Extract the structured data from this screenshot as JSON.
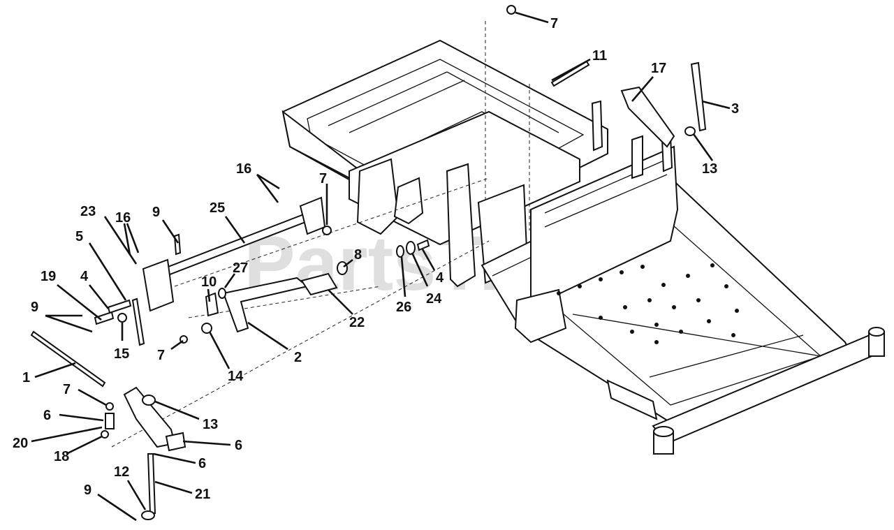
{
  "watermark": "PartsTree",
  "callouts": [
    {
      "id": "c-7-top",
      "label": "7"
    },
    {
      "id": "c-11",
      "label": "11"
    },
    {
      "id": "c-17",
      "label": "17"
    },
    {
      "id": "c-3",
      "label": "3"
    },
    {
      "id": "c-13-right",
      "label": "13"
    },
    {
      "id": "c-16-upper",
      "label": "16"
    },
    {
      "id": "c-7-mid",
      "label": "7"
    },
    {
      "id": "c-25",
      "label": "25"
    },
    {
      "id": "c-23",
      "label": "23"
    },
    {
      "id": "c-16-left",
      "label": "16"
    },
    {
      "id": "c-9-upper",
      "label": "9"
    },
    {
      "id": "c-5",
      "label": "5"
    },
    {
      "id": "c-27",
      "label": "27"
    },
    {
      "id": "c-8",
      "label": "8"
    },
    {
      "id": "c-19",
      "label": "19"
    },
    {
      "id": "c-4-left",
      "label": "4"
    },
    {
      "id": "c-10",
      "label": "10"
    },
    {
      "id": "c-4-right",
      "label": "4"
    },
    {
      "id": "c-26",
      "label": "26"
    },
    {
      "id": "c-24",
      "label": "24"
    },
    {
      "id": "c-9-left",
      "label": "9"
    },
    {
      "id": "c-22",
      "label": "22"
    },
    {
      "id": "c-15",
      "label": "15"
    },
    {
      "id": "c-7-low",
      "label": "7"
    },
    {
      "id": "c-2",
      "label": "2"
    },
    {
      "id": "c-14",
      "label": "14"
    },
    {
      "id": "c-1",
      "label": "1"
    },
    {
      "id": "c-7-bottom",
      "label": "7"
    },
    {
      "id": "c-6-a",
      "label": "6"
    },
    {
      "id": "c-13-low",
      "label": "13"
    },
    {
      "id": "c-20",
      "label": "20"
    },
    {
      "id": "c-6-b",
      "label": "6"
    },
    {
      "id": "c-18",
      "label": "18"
    },
    {
      "id": "c-6-c",
      "label": "6"
    },
    {
      "id": "c-12",
      "label": "12"
    },
    {
      "id": "c-21",
      "label": "21"
    },
    {
      "id": "c-9-bottom",
      "label": "9"
    }
  ]
}
